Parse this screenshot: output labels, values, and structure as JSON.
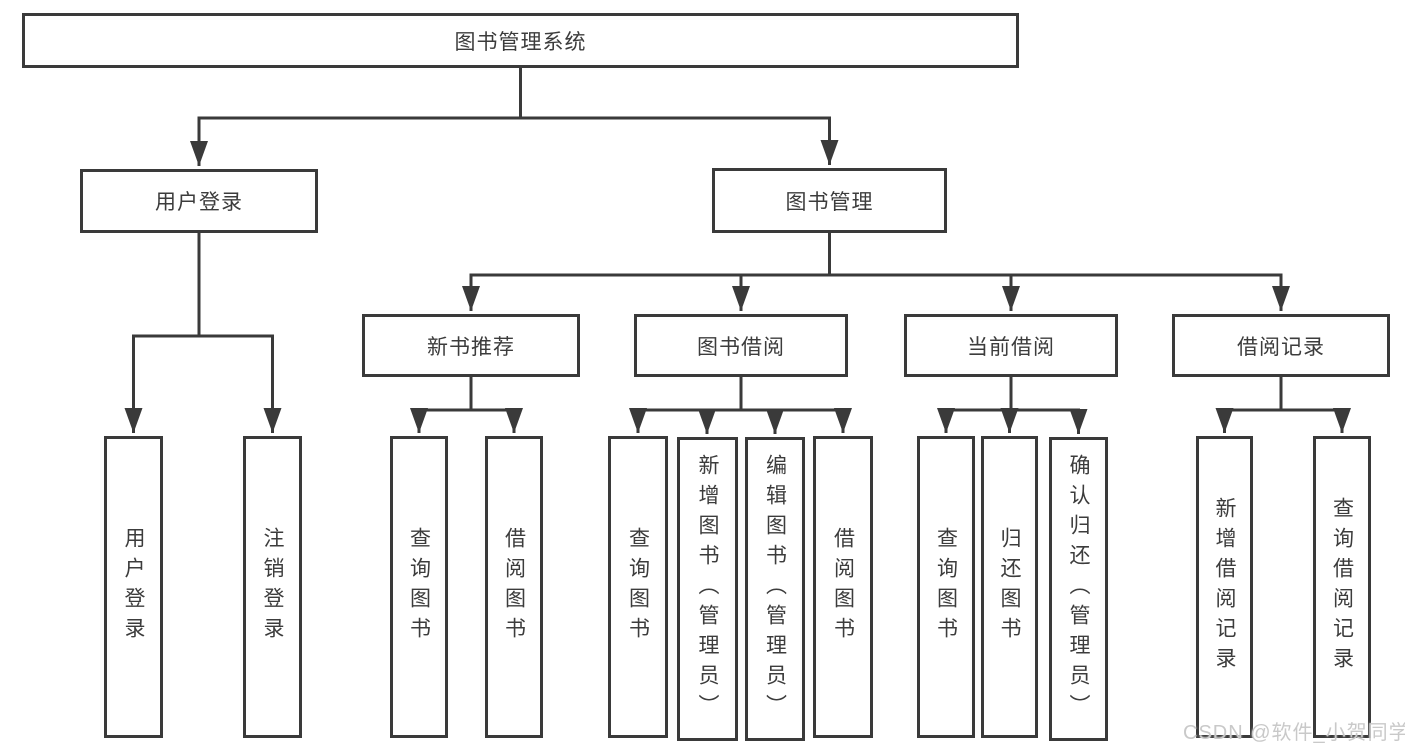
{
  "diagram_type": "hierarchy-tree",
  "tree": {
    "label": "图书管理系统",
    "children": [
      {
        "label": "用户登录",
        "children": [
          {
            "label": "用户登录"
          },
          {
            "label": "注销登录"
          }
        ]
      },
      {
        "label": "图书管理",
        "children": [
          {
            "label": "新书推荐",
            "children": [
              {
                "label": "查询图书"
              },
              {
                "label": "借阅图书"
              }
            ]
          },
          {
            "label": "图书借阅",
            "children": [
              {
                "label": "查询图书"
              },
              {
                "label": "新增图书（管理员）"
              },
              {
                "label": "编辑图书（管理员）"
              },
              {
                "label": "借阅图书"
              }
            ]
          },
          {
            "label": "当前借阅",
            "children": [
              {
                "label": "查询图书"
              },
              {
                "label": "归还图书"
              },
              {
                "label": "确认归还（管理员）"
              }
            ]
          },
          {
            "label": "借阅记录",
            "children": [
              {
                "label": "新增借阅记录"
              },
              {
                "label": "查询借阅记录"
              }
            ]
          }
        ]
      }
    ]
  },
  "watermark": {
    "text": "CSDN @软件_小贺同学"
  },
  "colors": {
    "line": "#3a3a3a",
    "text": "#3c3c3c",
    "box_background": "#ffffff",
    "page_background": "#ffffff",
    "watermark_text": "#c9c9c9"
  }
}
